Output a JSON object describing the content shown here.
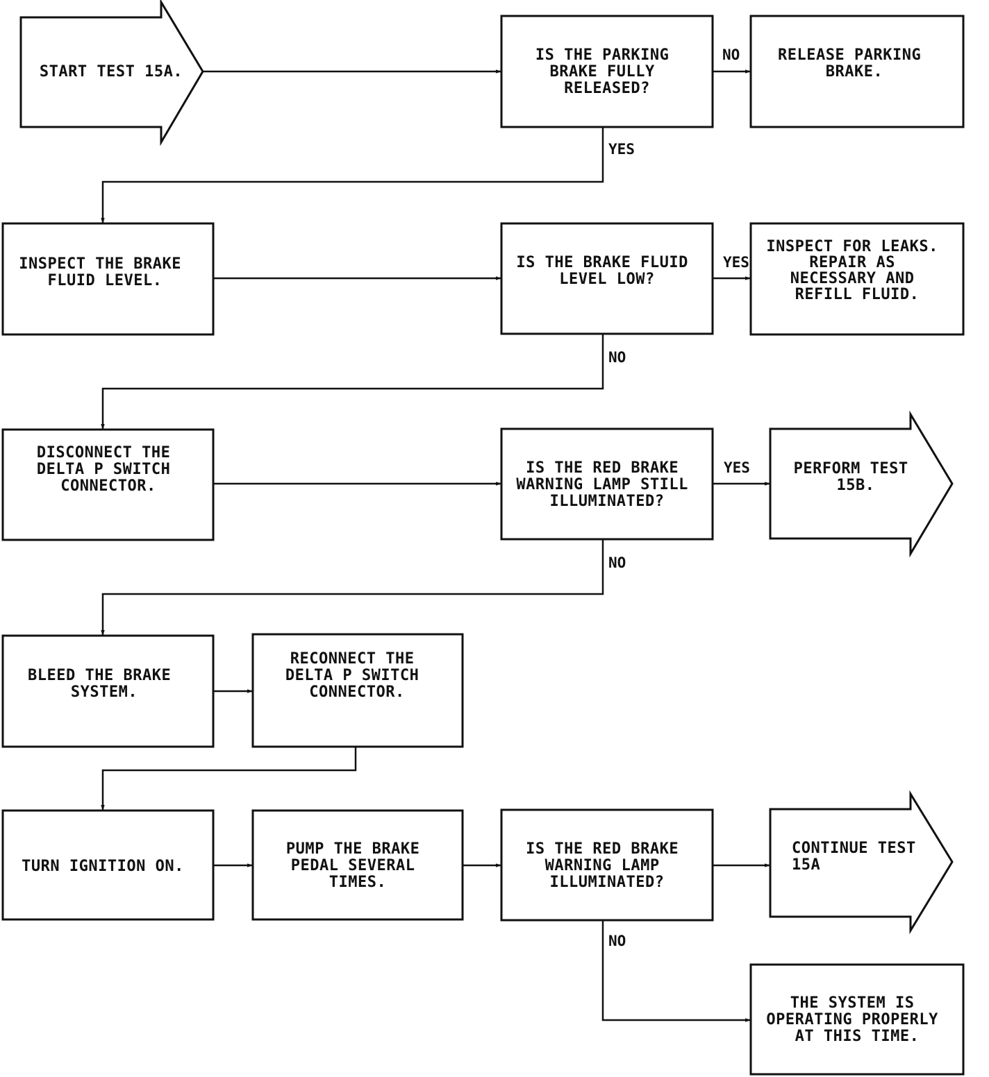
{
  "nodes": {
    "start": [
      "START TEST 15A."
    ],
    "q_parking": [
      "IS THE PARKING",
      "BRAKE FULLY",
      "RELEASED?"
    ],
    "release_parking": [
      "RELEASE PARKING",
      "BRAKE."
    ],
    "inspect_fluid": [
      "INSPECT THE BRAKE",
      "FLUID LEVEL."
    ],
    "q_fluid_low": [
      "IS THE BRAKE FLUID",
      "LEVEL LOW?"
    ],
    "inspect_leaks": [
      "INSPECT FOR LEAKS.",
      "REPAIR AS",
      "NECESSARY AND",
      "REFILL FLUID."
    ],
    "disconnect": [
      "DISCONNECT THE",
      "DELTA P SWITCH",
      "CONNECTOR."
    ],
    "q_lamp_still": [
      "IS THE RED BRAKE",
      "WARNING LAMP STILL",
      "ILLUMINATED?"
    ],
    "perform_15b": [
      "PERFORM TEST",
      "15B."
    ],
    "bleed": [
      "BLEED THE BRAKE",
      "SYSTEM."
    ],
    "reconnect": [
      "RECONNECT THE",
      "DELTA P SWITCH",
      "CONNECTOR."
    ],
    "ignition": [
      "TURN IGNITION ON."
    ],
    "pump": [
      "PUMP THE BRAKE",
      "PEDAL SEVERAL",
      "TIMES."
    ],
    "q_lamp": [
      "IS THE RED BRAKE",
      "WARNING LAMP",
      "ILLUMINATED?"
    ],
    "continue_15a": [
      "CONTINUE TEST",
      "15A"
    ],
    "operating": [
      "THE SYSTEM IS",
      "OPERATING PROPERLY",
      "AT THIS TIME."
    ]
  },
  "labels": {
    "parking_no": "NO",
    "parking_yes": "YES",
    "fluid_yes": "YES",
    "fluid_no": "NO",
    "lamp_still_yes": "YES",
    "lamp_still_no": "NO",
    "lamp_no": "NO"
  }
}
